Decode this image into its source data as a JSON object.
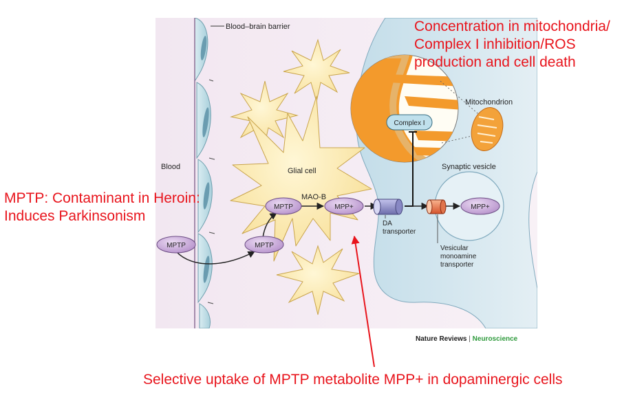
{
  "labels": {
    "blood_brain_barrier": "Blood–brain barrier",
    "blood": "Blood",
    "glial_cell": "Glial cell",
    "mao_b": "MAO-B",
    "mptp": "MPTP",
    "mpp_plus": "MPP+",
    "complex_i": "Complex I",
    "mitochondrion": "Mitochondrion",
    "synaptic_vesicle": "Synaptic vesicle",
    "da_transporter_line1": "DA",
    "da_transporter_line2": "transporter",
    "vmat_line1": "Vesicular",
    "vmat_line2": "monoamine",
    "vmat_line3": "transporter"
  },
  "annotations": {
    "mito_line1": "Concentration in mitochondria/",
    "mito_line2": "Complex I inhibition/ROS",
    "mito_line3": "production and cell death",
    "mptp_line1": "MPTP: Contaminant in Heroin:",
    "mptp_line2": "Induces Parkinsonism",
    "uptake": "Selective uptake of MPTP metabolite MPP+ in dopaminergic cells"
  },
  "credit": {
    "journal": "Nature Reviews",
    "separator": "|",
    "section": "Neuroscience"
  },
  "colors": {
    "annotation_red": "#e8141c",
    "glia_fill": "#fbe6a8",
    "neuron_fill": "#c8e0ec",
    "molecule_fill": "#c5a7d6",
    "neuroscience_green": "#2e9a3c"
  }
}
